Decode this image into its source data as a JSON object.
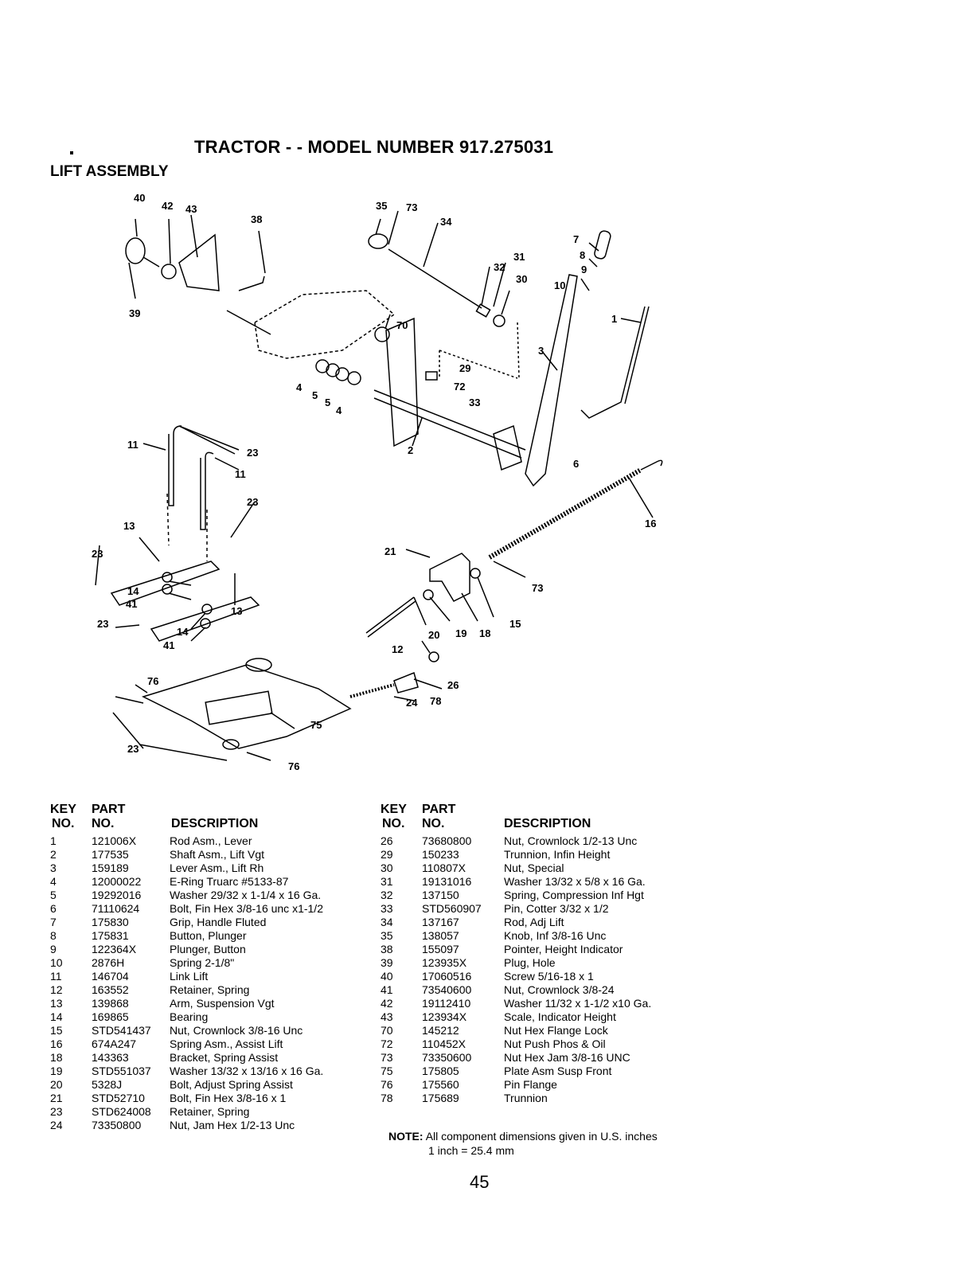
{
  "header": {
    "title": "TRACTOR - - MODEL NUMBER 917.275031",
    "subtitle": "LIFT ASSEMBLY"
  },
  "diagram": {
    "callouts": [
      "40",
      "42",
      "43",
      "38",
      "39",
      "35",
      "73",
      "34",
      "7",
      "8",
      "9",
      "10",
      "31",
      "32",
      "30",
      "1",
      "70",
      "29",
      "72",
      "33",
      "3",
      "4",
      "5",
      "5",
      "4",
      "2",
      "11",
      "23",
      "11",
      "23",
      "13",
      "23",
      "14",
      "41",
      "13",
      "23",
      "14",
      "41",
      "6",
      "16",
      "21",
      "73",
      "15",
      "20",
      "19",
      "18",
      "12",
      "26",
      "24",
      "78",
      "76",
      "75",
      "23",
      "76"
    ]
  },
  "table_headers": {
    "key": "KEY",
    "no1": "NO.",
    "part": "PART",
    "no2": "NO.",
    "description": "DESCRIPTION"
  },
  "parts_left": [
    {
      "key": "1",
      "part": "121006X",
      "desc": "Rod Asm., Lever"
    },
    {
      "key": "2",
      "part": "177535",
      "desc": "Shaft Asm., Lift Vgt"
    },
    {
      "key": "3",
      "part": "159189",
      "desc": "Lever Asm., Lift Rh"
    },
    {
      "key": "4",
      "part": "12000022",
      "desc": "E-Ring Truarc #5133-87"
    },
    {
      "key": "5",
      "part": "19292016",
      "desc": "Washer 29/32 x 1-1/4 x 16 Ga."
    },
    {
      "key": "6",
      "part": "71110624",
      "desc": "Bolt, Fin Hex 3/8-16 unc x1-1/2"
    },
    {
      "key": "7",
      "part": "175830",
      "desc": "Grip, Handle Fluted"
    },
    {
      "key": "8",
      "part": "175831",
      "desc": "Button, Plunger"
    },
    {
      "key": "9",
      "part": "122364X",
      "desc": "Plunger, Button"
    },
    {
      "key": "10",
      "part": "2876H",
      "desc": "Spring 2-1/8\""
    },
    {
      "key": "11",
      "part": "146704",
      "desc": "Link Lift"
    },
    {
      "key": "12",
      "part": "163552",
      "desc": "Retainer, Spring"
    },
    {
      "key": "13",
      "part": "139868",
      "desc": "Arm, Suspension Vgt"
    },
    {
      "key": "14",
      "part": "169865",
      "desc": "Bearing"
    },
    {
      "key": "15",
      "part": "STD541437",
      "desc": "Nut, Crownlock 3/8-16 Unc"
    },
    {
      "key": "16",
      "part": "674A247",
      "desc": "Spring Asm., Assist Lift"
    },
    {
      "key": "18",
      "part": "143363",
      "desc": "Bracket, Spring Assist"
    },
    {
      "key": "19",
      "part": "STD551037",
      "desc": "Washer 13/32 x 13/16 x 16 Ga."
    },
    {
      "key": "20",
      "part": "5328J",
      "desc": "Bolt, Adjust Spring Assist"
    },
    {
      "key": "21",
      "part": "STD52710",
      "desc": "Bolt, Fin Hex 3/8-16 x 1"
    },
    {
      "key": "23",
      "part": "STD624008",
      "desc": "Retainer, Spring"
    },
    {
      "key": "24",
      "part": "73350800",
      "desc": "Nut, Jam Hex 1/2-13 Unc"
    }
  ],
  "parts_right": [
    {
      "key": "26",
      "part": "73680800",
      "desc": "Nut, Crownlock 1/2-13 Unc"
    },
    {
      "key": "29",
      "part": "150233",
      "desc": "Trunnion, Infin Height"
    },
    {
      "key": "30",
      "part": "110807X",
      "desc": "Nut, Special"
    },
    {
      "key": "31",
      "part": "19131016",
      "desc": "Washer 13/32 x 5/8 x 16 Ga."
    },
    {
      "key": "32",
      "part": "137150",
      "desc": "Spring, Compression Inf Hgt"
    },
    {
      "key": "33",
      "part": "STD560907",
      "desc": "Pin, Cotter 3/32 x 1/2"
    },
    {
      "key": "34",
      "part": "137167",
      "desc": "Rod, Adj Lift"
    },
    {
      "key": "35",
      "part": "138057",
      "desc": "Knob, Inf 3/8-16 Unc"
    },
    {
      "key": "38",
      "part": "155097",
      "desc": "Pointer, Height Indicator"
    },
    {
      "key": "39",
      "part": "123935X",
      "desc": "Plug, Hole"
    },
    {
      "key": "40",
      "part": "17060516",
      "desc": "Screw 5/16-18 x 1"
    },
    {
      "key": "41",
      "part": "73540600",
      "desc": "Nut, Crownlock 3/8-24"
    },
    {
      "key": "42",
      "part": "19112410",
      "desc": "Washer 11/32 x 1-1/2 x10 Ga."
    },
    {
      "key": "43",
      "part": "123934X",
      "desc": "Scale, Indicator Height"
    },
    {
      "key": "70",
      "part": "145212",
      "desc": "Nut Hex Flange Lock"
    },
    {
      "key": "72",
      "part": "110452X",
      "desc": "Nut Push Phos & Oil"
    },
    {
      "key": "73",
      "part": "73350600",
      "desc": "Nut Hex Jam 3/8-16 UNC"
    },
    {
      "key": "75",
      "part": "175805",
      "desc": "Plate Asm Susp Front"
    },
    {
      "key": "76",
      "part": "175560",
      "desc": "Pin Flange"
    },
    {
      "key": "78",
      "part": "175689",
      "desc": "Trunnion"
    }
  ],
  "note": {
    "label": "NOTE:",
    "line1": "All component dimensions given in U.S. inches",
    "line2": "1 inch = 25.4 mm"
  },
  "page_number": "45"
}
